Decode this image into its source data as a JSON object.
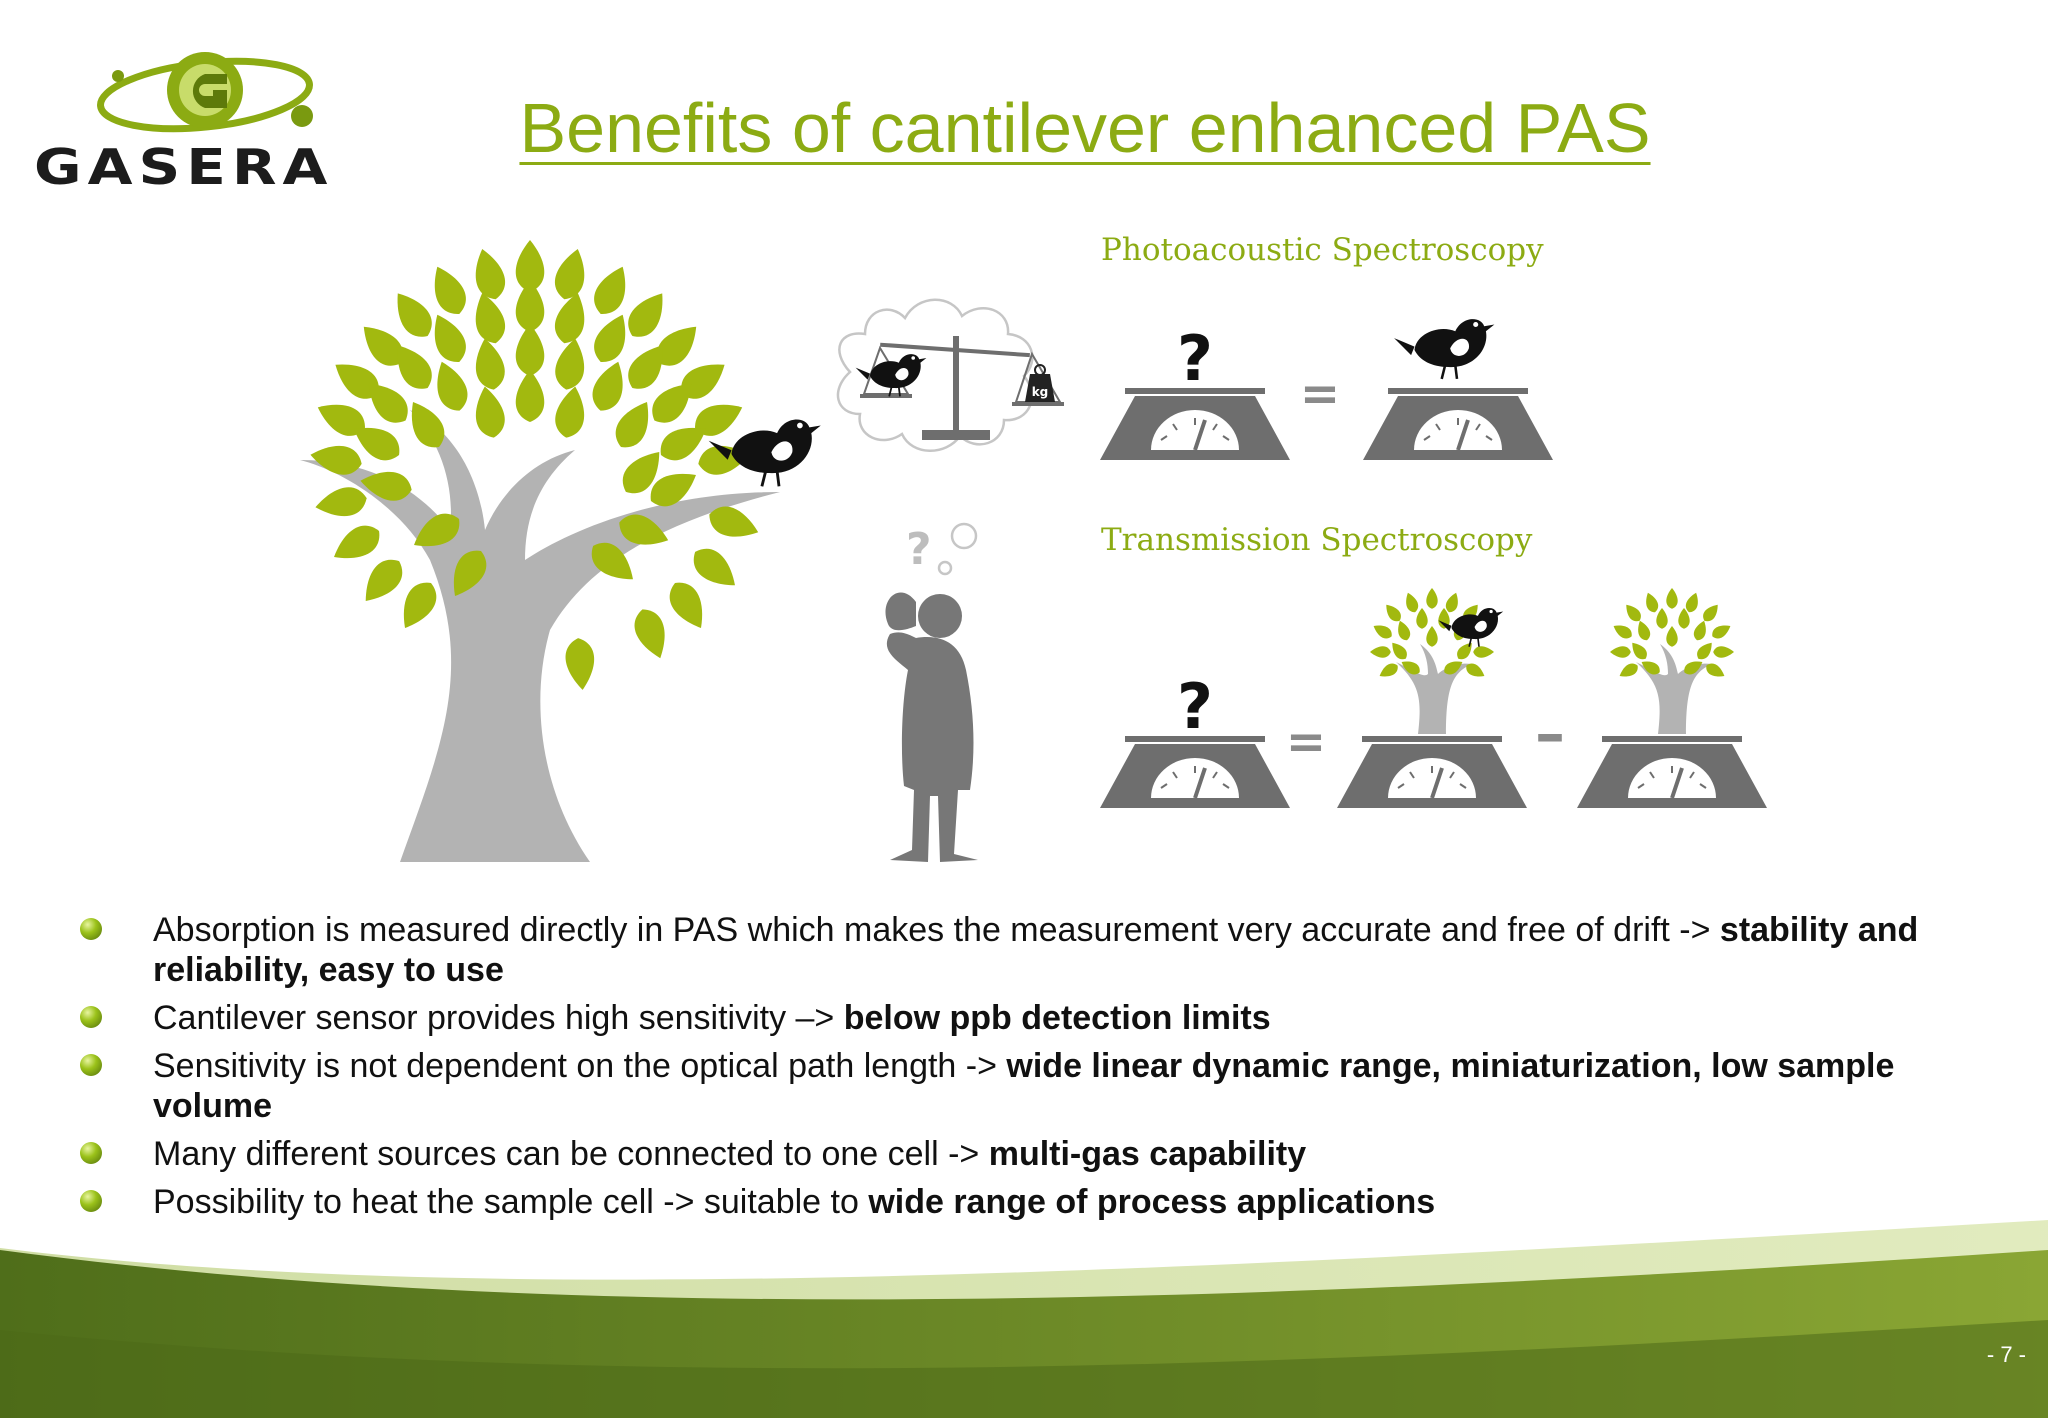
{
  "brand": {
    "name": "GASERA"
  },
  "slide": {
    "title": "Benefits of cantilever enhanced PAS",
    "page_number": "- 7 -"
  },
  "illustration": {
    "pas_label": "Photoacoustic Spectroscopy",
    "ts_label": "Transmission Spectroscopy",
    "question_mark": "?",
    "equals_sign": "=",
    "minus_sign": "–",
    "weight_label": "kg"
  },
  "bullets": [
    {
      "text": "Absorption is measured directly in PAS which makes the measurement very accurate and free of drift -> ",
      "bold": "stability and reliability, easy to use",
      "after": ""
    },
    {
      "text": "Cantilever sensor provides high sensitivity –> ",
      "bold": "below ppb detection limits",
      "after": ""
    },
    {
      "text": "Sensitivity is not dependent on the optical path length -> ",
      "bold": "wide linear dynamic range, miniaturization, low sample volume",
      "after": ""
    },
    {
      "text": "Many different sources can be connected to one cell -> ",
      "bold": "multi-gas capability",
      "after": ""
    },
    {
      "text": "Possibility to heat the sample cell -> suitable to ",
      "bold": "wide range of process applications",
      "after": ""
    }
  ],
  "colors": {
    "accent": "#8cab13",
    "leaf": "#a2b90f",
    "trunk": "#b3b3b3",
    "scale": "#6e6e6e",
    "footer_dark": "#4f6e1a",
    "footer_light": "#8aa634"
  }
}
